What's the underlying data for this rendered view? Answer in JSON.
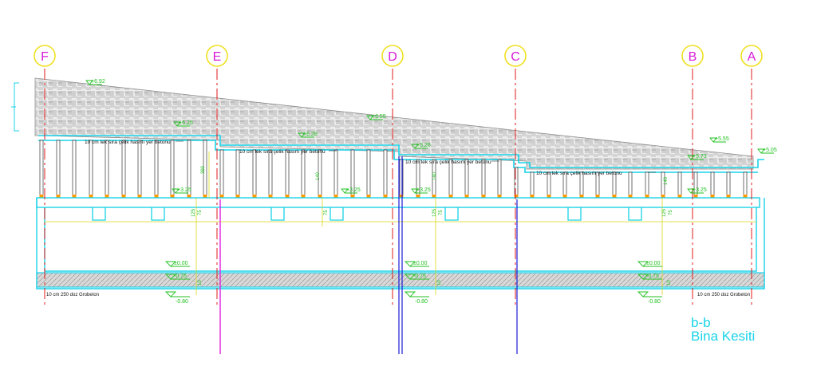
{
  "section": {
    "code": "b-b",
    "name": "Bina Kesiti"
  },
  "axes": [
    "F",
    "E",
    "D",
    "C",
    "B",
    "A"
  ],
  "roof_levels": {
    "left": "+6.92",
    "mid": "+6.55",
    "right_b": "+5.55",
    "right_a": "+5.05",
    "step_e": "+6.25",
    "step_d": "+6.28",
    "step_c": "+5.26",
    "step_b": "+5.73"
  },
  "slab_notes": {
    "fe": "10 cm tek sıra çelik hasırlı yer betonu",
    "ed": "10 cm tek sıra çelik hasırlı yer betonu",
    "dc": "10 cm tek sıra çelik hasırlı yer betonu",
    "cb": "10 cm tek sıra çelik hasırlı yer betonu"
  },
  "beam_level": "+3.25",
  "floor_levels": {
    "zero": "±0.00",
    "sub": "-0.75",
    "bottom": "-0.80"
  },
  "dims": {
    "d125": "125",
    "d75": "75",
    "d10": "10",
    "d390": "390",
    "d140": "140"
  },
  "grobeton": {
    "left": "10 cm 250 doz Grobeton",
    "right": "10 cm 250 doz Grobeton"
  },
  "colors": {
    "axis_bubble": "#f0e020",
    "axis_text": "#d81ad8",
    "axis_line": "#e01818",
    "structure": "#19d3e8",
    "level_marker": "#22c222",
    "dimension": "#d8d820",
    "hatch": "#8c8c8c",
    "column_line": "#333333",
    "pier_cap": "#ff9900",
    "magenta_line": "#e020e0",
    "blue_line": "#1a1ad8"
  }
}
